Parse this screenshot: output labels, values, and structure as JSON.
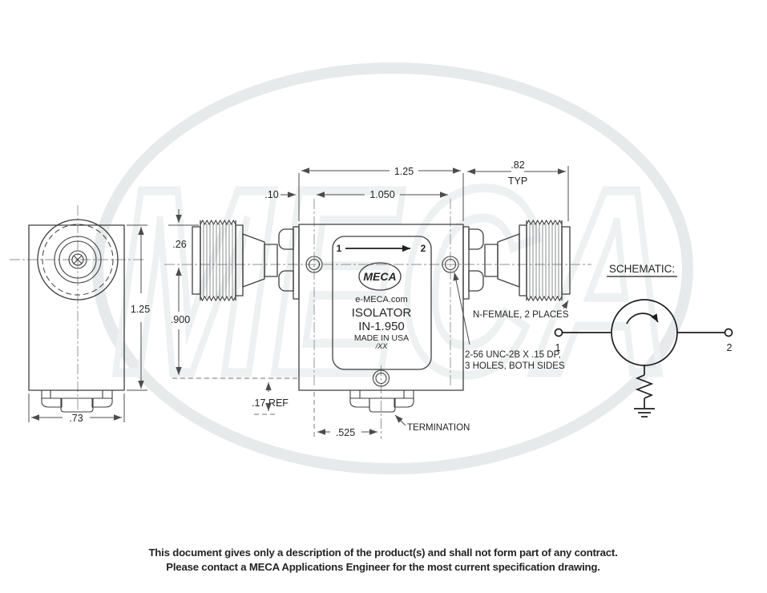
{
  "colors": {
    "line": "#3f3f3f",
    "dim": "#4c4c4c",
    "text": "#242424",
    "schem": "#1e1e1e",
    "wm": "#e6eaea",
    "wm2": "#eef1f1",
    "paper": "#ffffff"
  },
  "watermark": {
    "text": "MECA"
  },
  "end_view": {
    "height_dim": "1.25",
    "width_dim": ".73"
  },
  "main_view": {
    "dims": {
      "body_width": "1.25",
      "connector_length": ".82",
      "connector_length_note": "TYP",
      "hole_edge_offset": ".10",
      "hole_spacing": "1.050",
      "center_offset": ".26",
      "hole_vertical": ".900",
      "base_ref": ".17 REF",
      "termination_offset": ".525"
    },
    "plate": {
      "port_in": "1",
      "port_out": "2",
      "logo": "MECA",
      "site": "e-MECA.com",
      "product": "ISOLATOR",
      "model": "IN-1.950",
      "origin": "MADE IN USA",
      "rev": "/XX"
    },
    "notes": {
      "connector": "N-FEMALE, 2 PLACES",
      "screw_line1": "2-56 UNC-2B X .15 DP,",
      "screw_line2": "3 HOLES, BOTH SIDES",
      "termination": "TERMINATION"
    }
  },
  "schematic": {
    "title": "SCHEMATIC:",
    "port1": "1",
    "port2": "2"
  },
  "footer": {
    "line1": "This document gives only a description of the product(s) and shall not form part of any contract.",
    "line2": "Please contact a MECA Applications Engineer for the most current specification drawing."
  }
}
